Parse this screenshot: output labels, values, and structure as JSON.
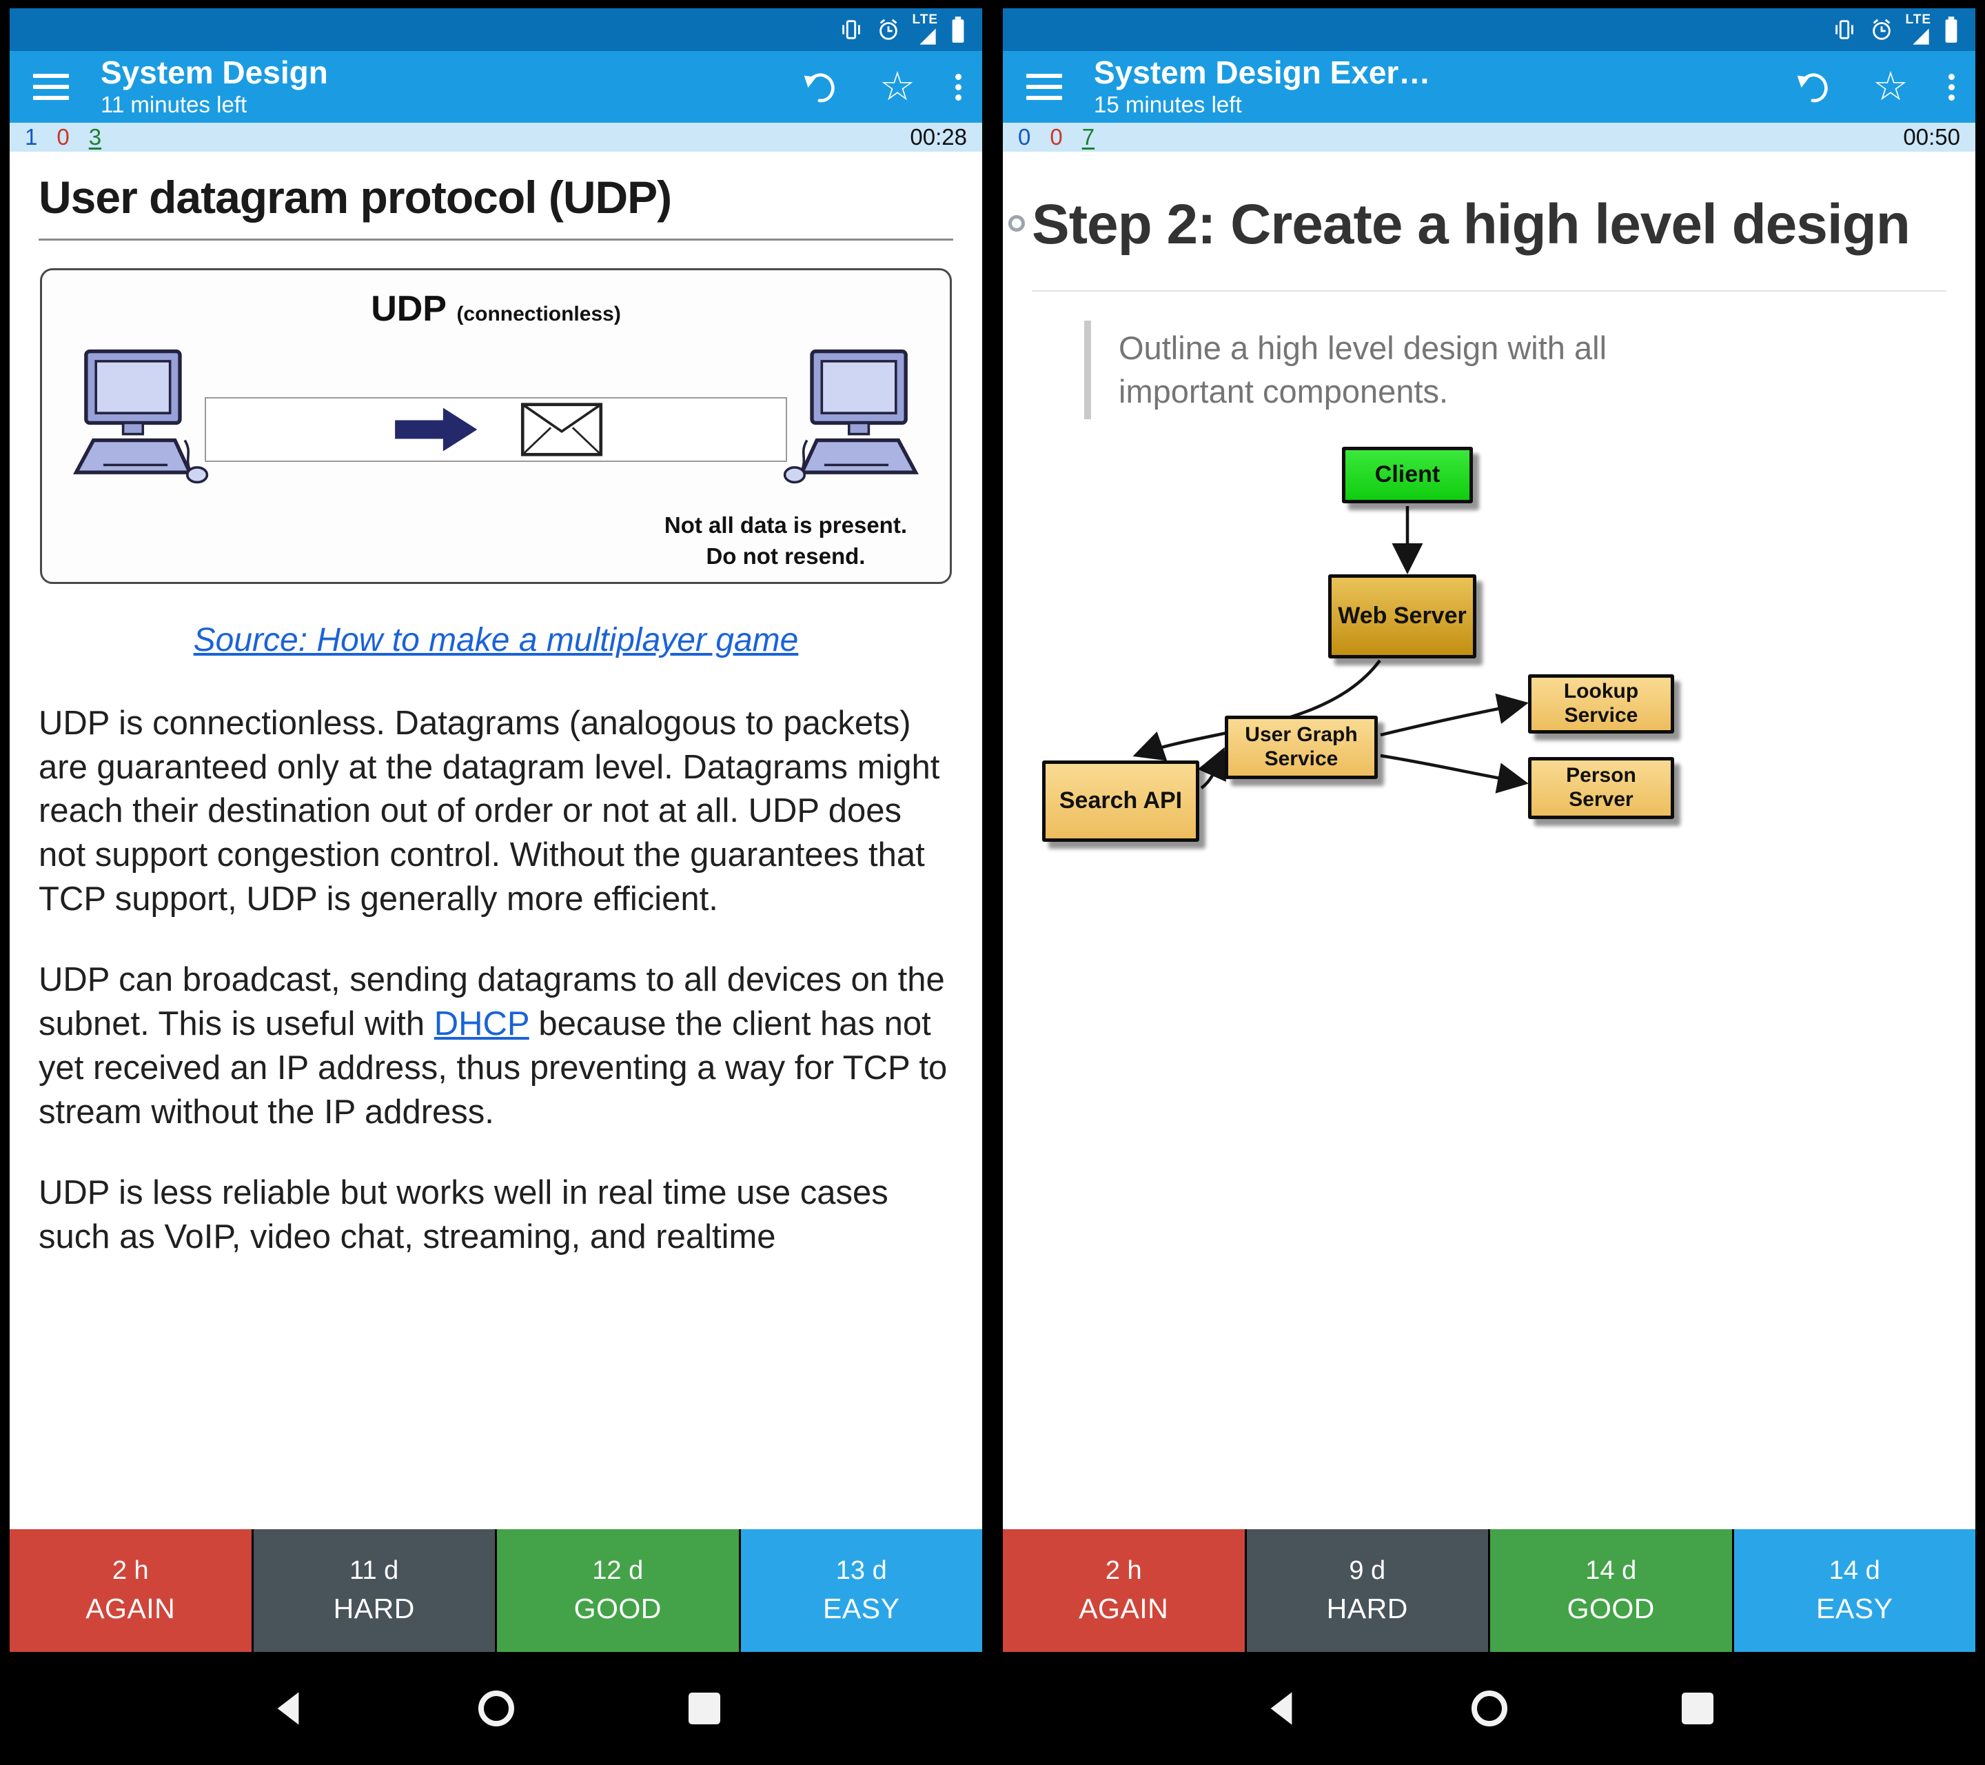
{
  "status": {
    "network": "LTE"
  },
  "colors": {
    "statusbar": "#0a70b6",
    "appbar": "#1b9ce2",
    "counterbar": "#cbe7f8",
    "again": "#d0453a",
    "hard": "#49545a",
    "good": "#44a348",
    "easy": "#2aa6e8",
    "new_count": "#1356c4",
    "learn_count": "#cc352b",
    "due_count": "#1e7e34",
    "link": "#1a63d8",
    "client_box": "#22dd22",
    "web_server_box": "#d4a017",
    "service_box": "#f2c878"
  },
  "left": {
    "appbar": {
      "title": "System Design",
      "subtitle": "11 minutes left"
    },
    "counter": {
      "new_count": "1",
      "learn_count": "0",
      "due_count": "3",
      "timer": "00:28"
    },
    "card": {
      "title": "User datagram protocol (UDP)",
      "figure": {
        "heading": "UDP",
        "heading_note": "(connectionless)",
        "caption_line1": "Not all data is present.",
        "caption_line2": "Do not resend."
      },
      "source_link": "Source: How to make a multiplayer game",
      "p1": "UDP is connectionless. Datagrams (analogous to packets) are guaranteed only at the datagram level. Datagrams might reach their destination out of order or not at all. UDP does not support congestion control. Without the guarantees that TCP support, UDP is generally more efficient.",
      "p2_before": "UDP can broadcast, sending datagrams to all devices on the subnet. This is useful with ",
      "p2_link": "DHCP",
      "p2_after": " because the client has not yet received an IP address, thus preventing a way for TCP to stream without the IP address.",
      "p3": "UDP is less reliable but works well in real time use cases such as VoIP, video chat, streaming, and realtime"
    },
    "answers": [
      {
        "time": "2 h",
        "label": "AGAIN"
      },
      {
        "time": "11 d",
        "label": "HARD"
      },
      {
        "time": "12 d",
        "label": "GOOD"
      },
      {
        "time": "13 d",
        "label": "EASY"
      }
    ]
  },
  "right": {
    "appbar": {
      "title": "System Design Exer…",
      "subtitle": "15 minutes left"
    },
    "counter": {
      "new_count": "0",
      "learn_count": "0",
      "due_count": "7",
      "timer": "00:50"
    },
    "card": {
      "title": "Step 2: Create a high level design",
      "quote": "Outline a high level design with all important components.",
      "diagram": {
        "client": "Client",
        "web_server": "Web Server",
        "search_api": "Search API",
        "user_graph_service": "User Graph\nService",
        "lookup_service": "Lookup\nService",
        "person_server": "Person\nServer"
      }
    },
    "answers": [
      {
        "time": "2 h",
        "label": "AGAIN"
      },
      {
        "time": "9 d",
        "label": "HARD"
      },
      {
        "time": "14 d",
        "label": "GOOD"
      },
      {
        "time": "14 d",
        "label": "EASY"
      }
    ]
  }
}
